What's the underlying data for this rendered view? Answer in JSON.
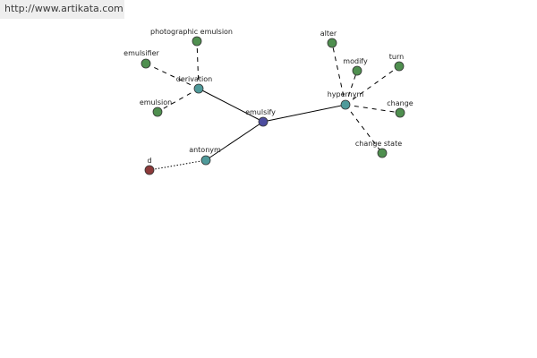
{
  "site": {
    "url": "http://www.artikata.com"
  },
  "colors": {
    "center": "#4c4c9e",
    "relation": "#4f9a9a",
    "leaf": "#4f8f4f",
    "special": "#8c3a3a"
  },
  "nodes": [
    {
      "id": "emulsify",
      "label": "emulsify",
      "kind": "center"
    },
    {
      "id": "derivation",
      "label": "derivation",
      "kind": "relation"
    },
    {
      "id": "hypernym",
      "label": "hypernym",
      "kind": "relation"
    },
    {
      "id": "antonym",
      "label": "antonym",
      "kind": "relation"
    },
    {
      "id": "photographic-emulsion",
      "label": "photographic emulsion",
      "kind": "leaf"
    },
    {
      "id": "emulsifier",
      "label": "emulsifier",
      "kind": "leaf"
    },
    {
      "id": "emulsion",
      "label": "emulsion",
      "kind": "leaf"
    },
    {
      "id": "d",
      "label": "d",
      "kind": "special"
    },
    {
      "id": "alter",
      "label": "alter",
      "kind": "leaf"
    },
    {
      "id": "modify",
      "label": "modify",
      "kind": "leaf"
    },
    {
      "id": "turn",
      "label": "turn",
      "kind": "leaf"
    },
    {
      "id": "change",
      "label": "change",
      "kind": "leaf"
    },
    {
      "id": "change-state",
      "label": "change state",
      "kind": "leaf"
    }
  ],
  "edges": [
    {
      "from": "emulsify",
      "to": "derivation",
      "style": "relation"
    },
    {
      "from": "emulsify",
      "to": "hypernym",
      "style": "relation"
    },
    {
      "from": "emulsify",
      "to": "antonym",
      "style": "relation"
    },
    {
      "from": "derivation",
      "to": "photographic-emulsion",
      "style": "member"
    },
    {
      "from": "derivation",
      "to": "emulsifier",
      "style": "member"
    },
    {
      "from": "derivation",
      "to": "emulsion",
      "style": "member"
    },
    {
      "from": "antonym",
      "to": "d",
      "style": "dotted"
    },
    {
      "from": "hypernym",
      "to": "alter",
      "style": "member"
    },
    {
      "from": "hypernym",
      "to": "modify",
      "style": "member"
    },
    {
      "from": "hypernym",
      "to": "turn",
      "style": "member"
    },
    {
      "from": "hypernym",
      "to": "change",
      "style": "member"
    },
    {
      "from": "hypernym",
      "to": "change-state",
      "style": "member"
    }
  ]
}
